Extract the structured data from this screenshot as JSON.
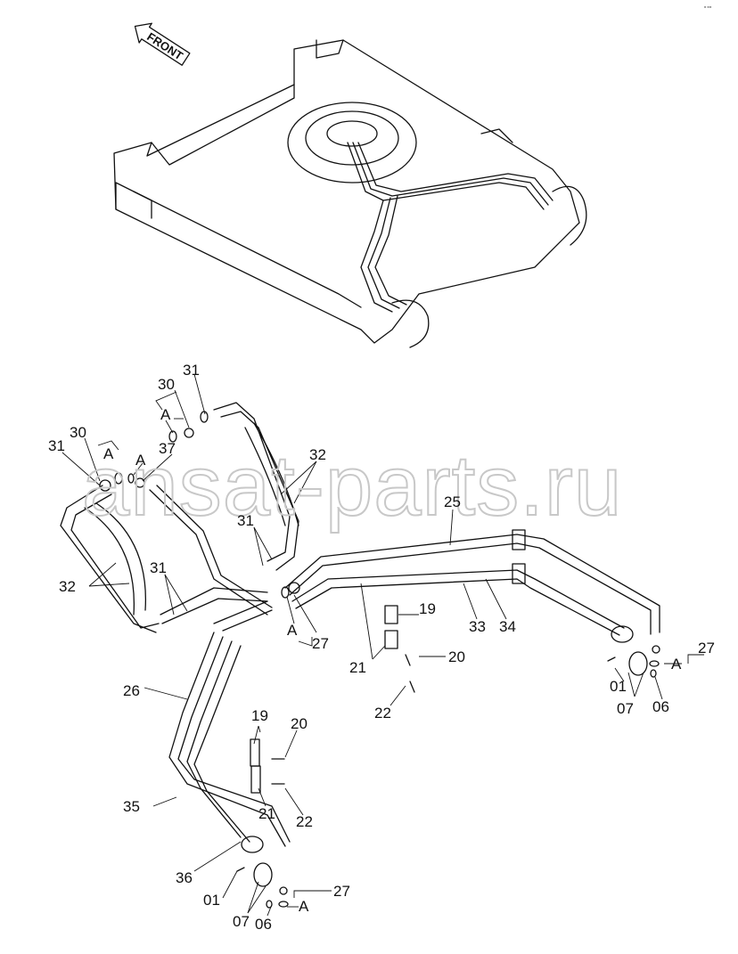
{
  "diagram": {
    "front_label": "FRONT",
    "watermark": "ansat-parts.ru",
    "corner_mark": "■ ■■",
    "callouts": {
      "c31a": "31",
      "c30a": "30",
      "cAa": "A",
      "c30b": "30",
      "cAb": "A",
      "c31b": "31",
      "c37": "37",
      "cAc": "A",
      "c32a": "32",
      "c32b": "32",
      "c31c": "31",
      "c31d": "31",
      "c25": "25",
      "c19a": "19",
      "c27a": "27",
      "cAd": "A",
      "c33": "33",
      "c34": "34",
      "c20a": "20",
      "c21a": "21",
      "c22a": "22",
      "c27b": "27",
      "cAe": "A",
      "c01a": "01",
      "c07a": "07",
      "c06a": "06",
      "c26": "26",
      "c19b": "19",
      "c20b": "20",
      "c21b": "21",
      "c22b": "22",
      "c35": "35",
      "c36": "36",
      "c01b": "01",
      "c27c": "27",
      "cAf": "A",
      "c07b": "07",
      "c06b": "06"
    }
  }
}
